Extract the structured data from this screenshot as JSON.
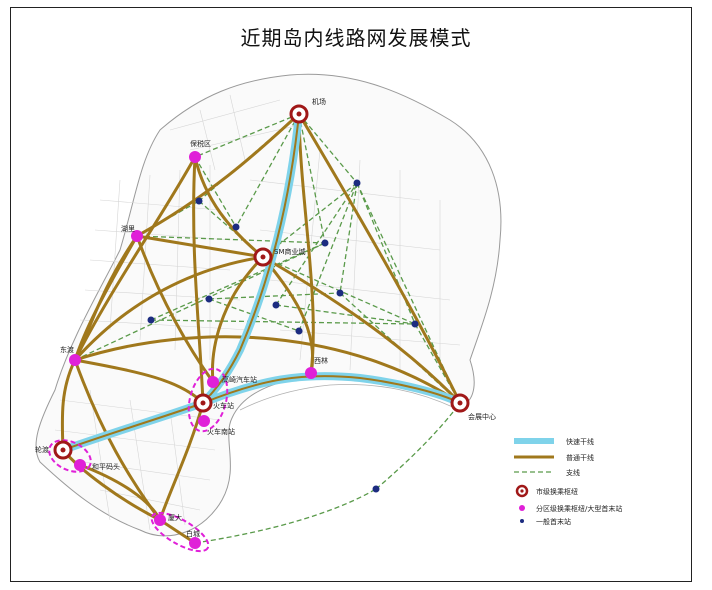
{
  "title": "近期岛内线路网发展模式",
  "stations": [
    {
      "id": "airport",
      "label": "机场",
      "type": "city"
    },
    {
      "id": "baoshui",
      "label": "保税区",
      "type": "district"
    },
    {
      "id": "huli",
      "label": "湖里",
      "type": "district"
    },
    {
      "id": "sm",
      "label": "SM商业城",
      "type": "city"
    },
    {
      "id": "dongdu",
      "label": "东渡",
      "type": "district"
    },
    {
      "id": "gaoqi",
      "label": "高崎汽车站",
      "type": "district"
    },
    {
      "id": "train",
      "label": "火车站",
      "type": "city"
    },
    {
      "id": "trainsouth",
      "label": "火车南站",
      "type": "district"
    },
    {
      "id": "xilin",
      "label": "西林",
      "type": "district"
    },
    {
      "id": "huizhan",
      "label": "会展中心",
      "type": "city"
    },
    {
      "id": "lundu",
      "label": "轮渡",
      "type": "city"
    },
    {
      "id": "heping",
      "label": "和平码头",
      "type": "district"
    },
    {
      "id": "xiada",
      "label": "厦大",
      "type": "district"
    },
    {
      "id": "baicheng",
      "label": "白城",
      "type": "district"
    }
  ],
  "legend": {
    "express": "快速干线",
    "trunk": "普通干线",
    "branch": "支线",
    "city_hub": "市级换乘枢纽",
    "district_hub": "分区级换乘枢纽/大型首末站",
    "terminal": "一般首末站"
  },
  "colors": {
    "express": "#7fd3ea",
    "trunk": "#a0781c",
    "branch": "#5a9a4a",
    "city_hub": "#a01818",
    "district_hub": "#e020d8",
    "terminal": "#1c2c80"
  }
}
